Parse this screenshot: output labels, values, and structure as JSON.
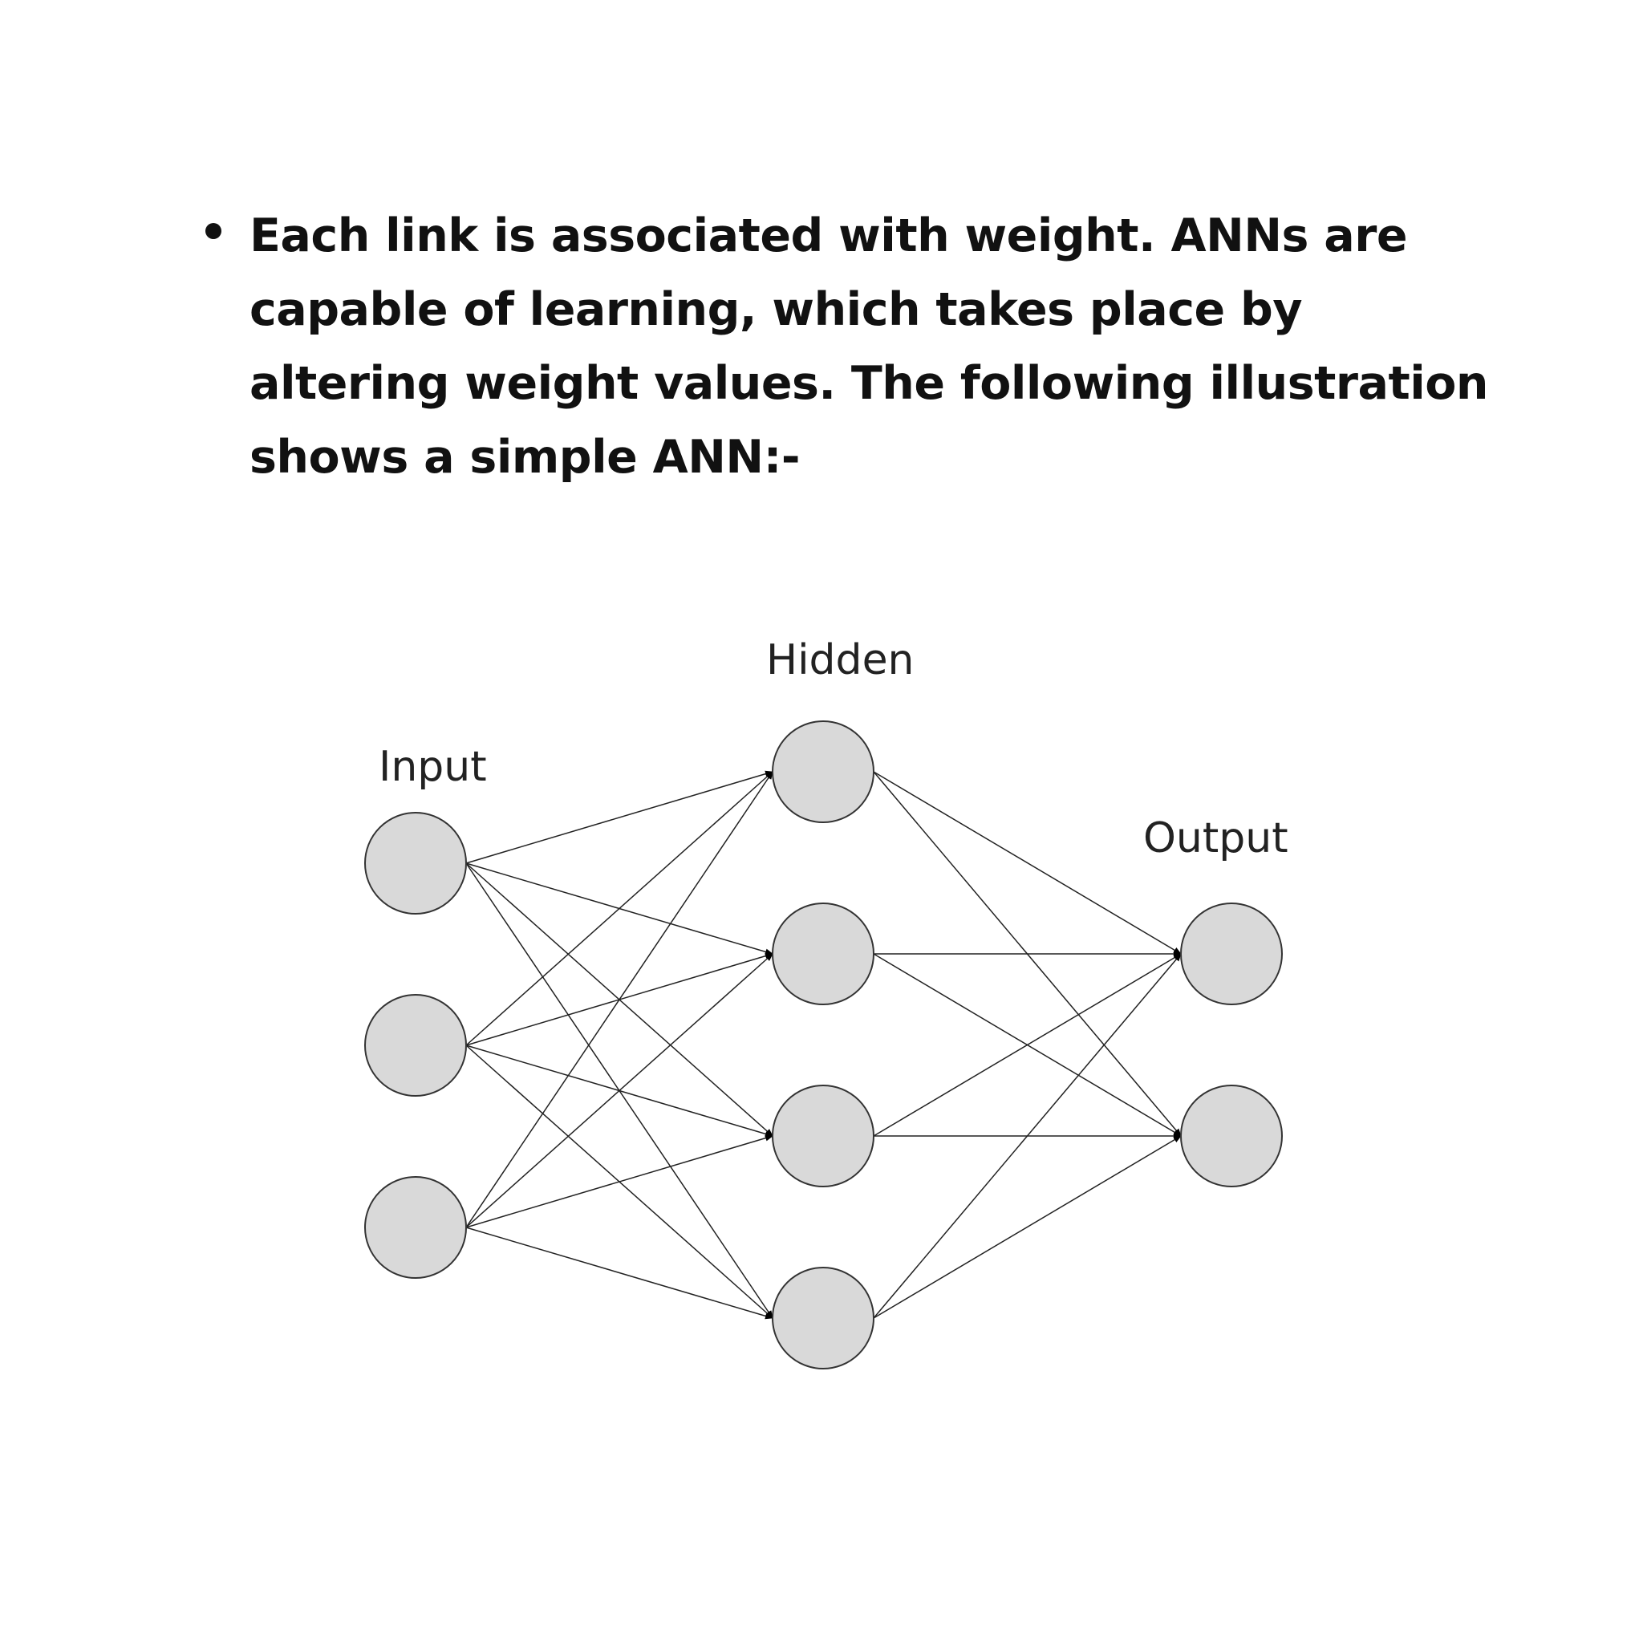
{
  "text": {
    "bullet": "Each link is associated with weight. ANNs are capable of learning, which takes place by altering weight values. The following illustration shows a simple ANN:-"
  },
  "diagram": {
    "labels": {
      "input": "Input",
      "hidden": "Hidden",
      "output": "Output"
    },
    "layers": {
      "input": 3,
      "hidden": 4,
      "output": 2
    }
  }
}
